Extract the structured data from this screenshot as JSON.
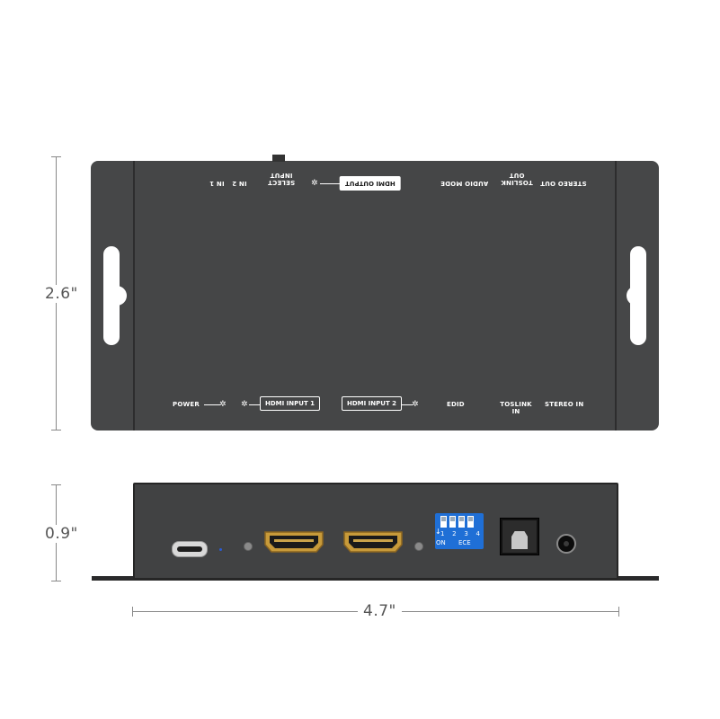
{
  "dimensions": {
    "height_top": "2.6\"",
    "height_front": "0.9\"",
    "width": "4.7\""
  },
  "top_panel": {
    "upper_labels": {
      "in1": "IN 1",
      "in2": "IN 2",
      "select_input": "SELECT INPUT",
      "hdmi_output": "HDMI OUTPUT",
      "audio_mode": "AUDIO MODE",
      "toslink_out": "TOSLINK OUT",
      "stereo_out": "STEREO OUT"
    },
    "lower_labels": {
      "power": "POWER",
      "hdmi_input_1": "HDMI INPUT 1",
      "hdmi_input_2": "HDMI INPUT 2",
      "edid": "EDID",
      "toslink_in": "TOSLINK IN",
      "stereo_in": "STEREO IN"
    }
  },
  "front_panel": {
    "dip_switch": {
      "numbers": [
        "1",
        "2",
        "3",
        "4"
      ],
      "on_label": "ON",
      "ece_label": "ECE",
      "color": "#1f6fd6"
    },
    "hdmi_gold": "#b8862e"
  }
}
